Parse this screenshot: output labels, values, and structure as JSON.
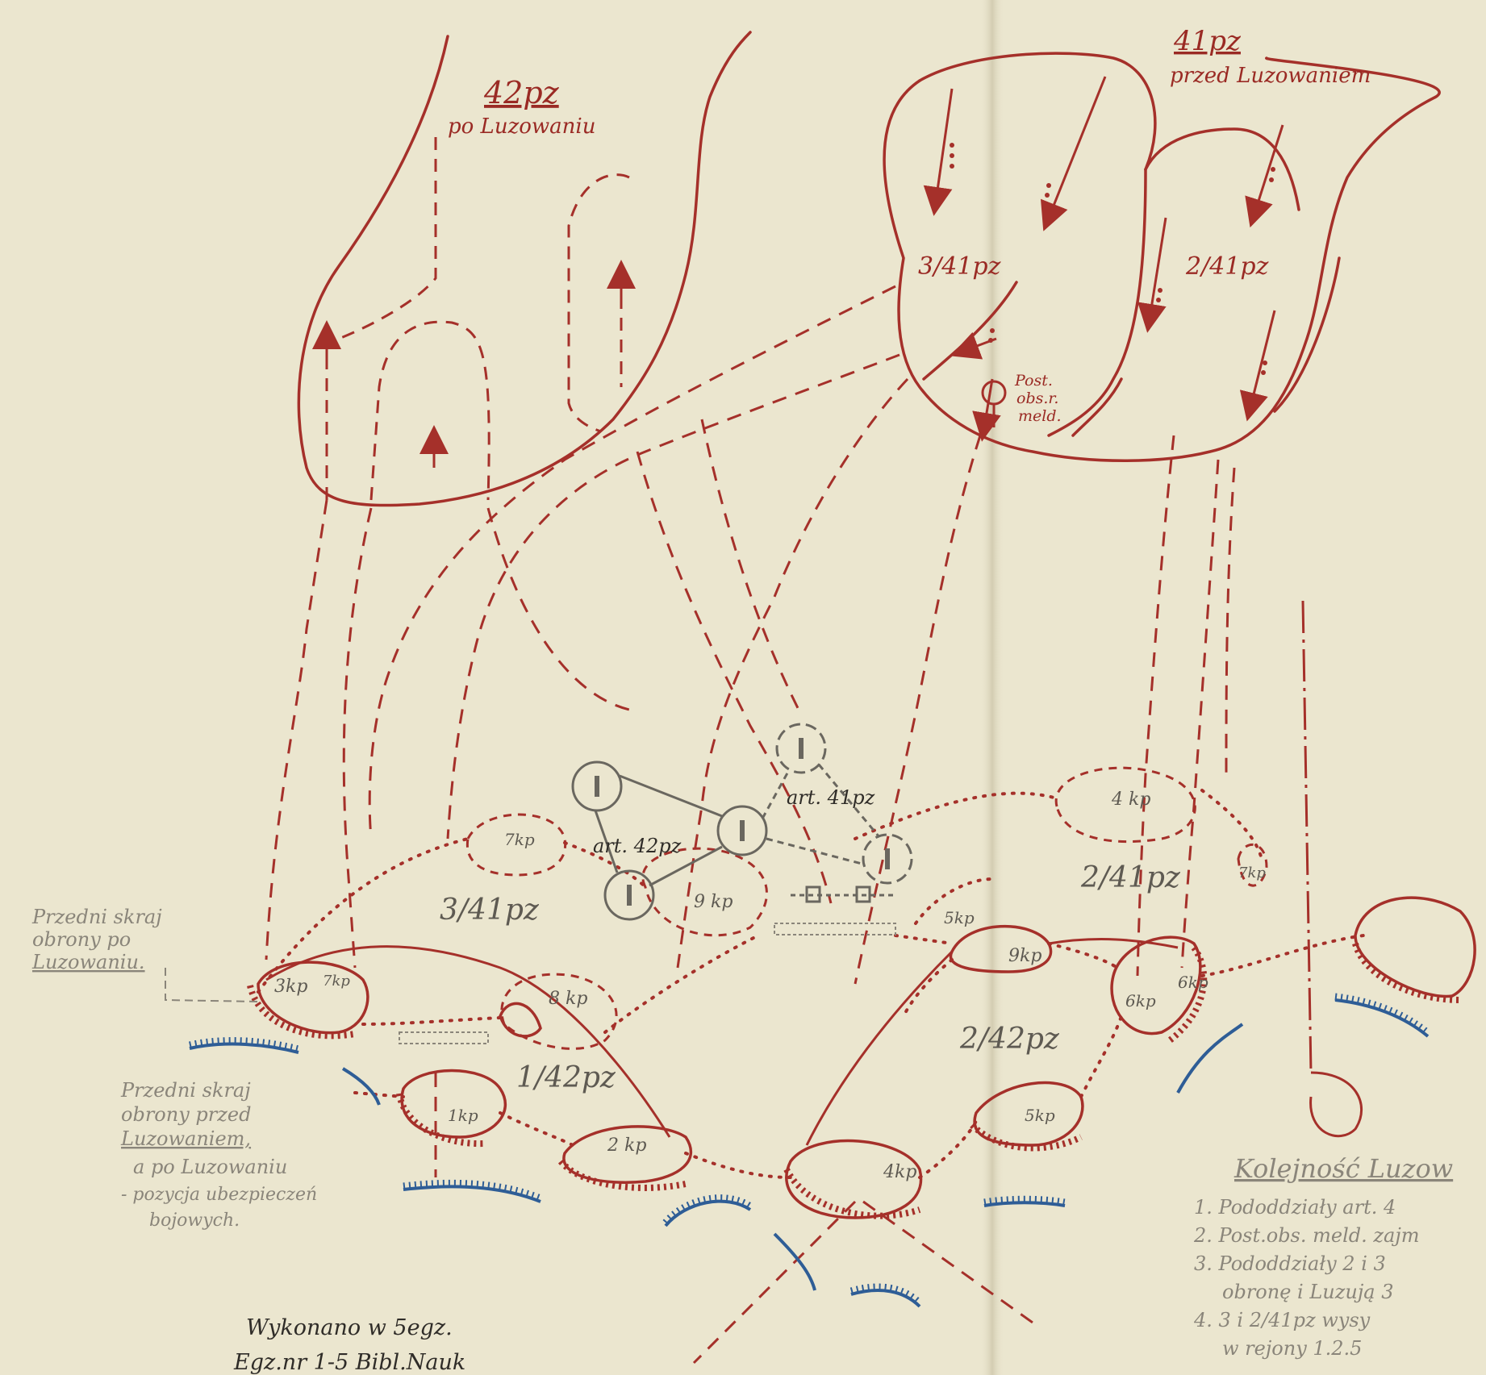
{
  "colors": {
    "paper": "#ebe6cf",
    "fold": "#d9d3ba",
    "red": "#a5302a",
    "grey": "#6a675f",
    "blue": "#2e5d96",
    "pencil": "#8a857a",
    "ink": "#2f2c28"
  },
  "labels": {
    "bde42_title": "42pz",
    "bde42_sub": "po Luzowaniu",
    "bde41_title": "41pz",
    "bde41_sub": "przed Luzowaniem",
    "bn_3_41_top": "3/41pz",
    "bn_2_41_top": "2/41pz",
    "post_obs": [
      "Post.",
      "obs.r.",
      "meld."
    ],
    "art41": "art. 41pz",
    "art42": "art. 42pz",
    "bn_3_41_low": "3/41pz",
    "bn_2_41_low": "2/41pz",
    "bn_1_42": "1/42pz",
    "bn_2_42": "2/42pz",
    "co_4kp_top": "4 kp",
    "co_7kp_top": "7kp",
    "co_9kp_mid": "9 kp",
    "co_8kp": "8 kp",
    "co_5kp_mid": "5kp",
    "co_9kp_right": "9kp",
    "co_6kp_a": "6kp",
    "co_6kp_b": "6kp",
    "co_3kp": "3kp",
    "co_7kp_small": "7kp",
    "co_1kp": "1kp",
    "co_2kp": "2 kp",
    "co_4kp_low": "4kp",
    "co_5kp_low": "5kp",
    "co_tank_right": "7kp",
    "front_after": [
      "Przedni skraj",
      "obrony po",
      "Luzowaniu."
    ],
    "front_before": [
      "Przedni skraj",
      "obrony przed",
      "Luzowaniem,",
      "a po Luzowaniu",
      "- pozycja ubezpieczeń",
      "bojowych."
    ],
    "legend_title": "Kolejność Luzow",
    "legend_items": [
      "1. Pododdziały art. 4",
      "2. Post.obs. meld. zajm",
      "3. Pododdziały 2 i 3",
      "obronę i Luzują 3",
      "4. 3 i 2/41pz wysy",
      "w rejony 1.2.5"
    ],
    "footer": [
      "Wykonano w 5egz.",
      "Egz.nr 1-5 Bibl.Nauk"
    ]
  }
}
